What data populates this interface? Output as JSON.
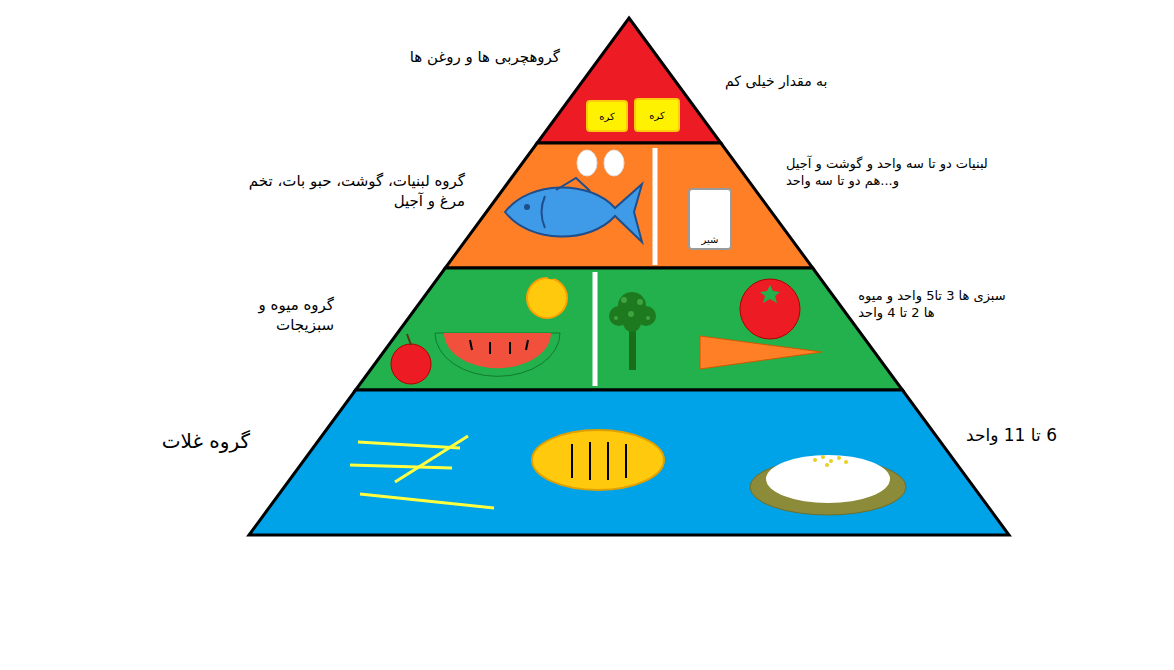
{
  "diagram": {
    "nodes": [
      {
        "text": [
          "گروهچربی ها و روغن ها",
          "به مقدار خیلی کم"
        ]
      },
      {
        "text": [
          "کره"
        ],
        "in": 0
      },
      {
        "text": [
          "کره"
        ],
        "in": 0
      },
      {
        "text": [
          "گروه لبنیات، گوشت، حبو بات، تخم مرغ و آجیل",
          "لبنیات دو تا سه واحد و گوشت و آجیل و...هم دو تا سه واحد"
        ]
      },
      {
        "text": [
          "شیر"
        ],
        "in": 3
      },
      {
        "text": [
          "گروه میوه و سبزیجات",
          "سبزی ها 3 تا5 واحد و میوه ها 2 تا 4 واحد"
        ]
      },
      {
        "text": [
          "گروه غلات",
          "6 تا 11 واحد"
        ]
      }
    ]
  }
}
